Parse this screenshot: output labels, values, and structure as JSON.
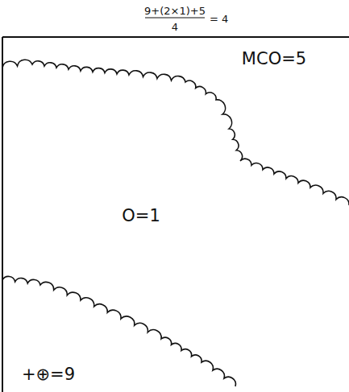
{
  "diagram": {
    "labels": [
      "9+(2×1)+5",
      "4",
      "= 4",
      "MCO=5",
      "O=1",
      "+⊕=9"
    ]
  }
}
